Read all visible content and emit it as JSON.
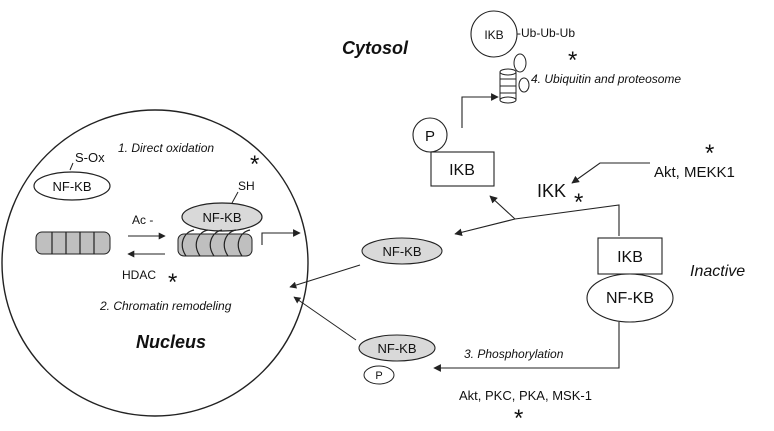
{
  "labels": {
    "cytosol": "Cytosol",
    "nucleus": "Nucleus",
    "inactive": "Inactive",
    "ikb_ub": "IKB",
    "ub_chain": "-Ub-Ub-Ub",
    "ubiquitin": "4. Ubiquitin and proteosome",
    "p_top": "P",
    "ikb_phos": "IKB",
    "akt_mekk1": "Akt, MEKK1",
    "ikk": "IKK",
    "ikb_inactive": "IKB",
    "nfkb_inactive": "NF-KB",
    "nfkb_mid": "NF-KB",
    "nfkb_bottom": "NF-KB",
    "p_bottom": "P",
    "phosphorylation": "3. Phosphorylation",
    "kinases": "Akt, PKC, PKA, MSK-1",
    "direct_ox": "1. Direct  oxidation",
    "s_ox": "S-Ox",
    "nfkb_ox": "NF-KB",
    "sh": "SH",
    "nfkb_chrom": "NF-KB",
    "ac": "Ac -",
    "hdac": "HDAC",
    "chromatin": "2. Chromatin remodeling"
  },
  "marks": {
    "asterisk": "*"
  },
  "colors": {
    "line": "#222222",
    "node_fill": "#d9d9d9",
    "white": "#ffffff"
  }
}
